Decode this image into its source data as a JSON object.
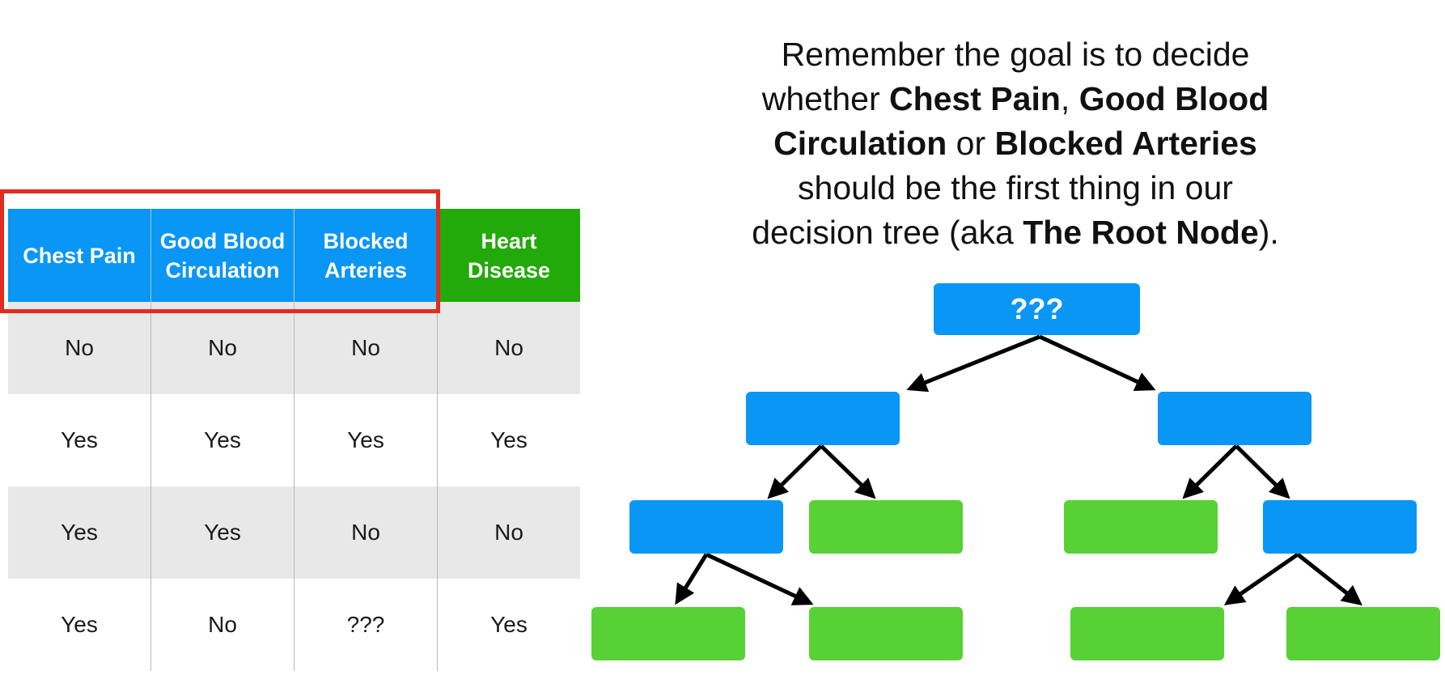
{
  "table": {
    "headers": [
      {
        "label": "Chest Pain",
        "kind": "feature"
      },
      {
        "label": "Good Blood Circulation",
        "kind": "feature"
      },
      {
        "label": "Blocked Arteries",
        "kind": "feature"
      },
      {
        "label": "Heart Disease",
        "kind": "target"
      }
    ],
    "rows": [
      [
        "No",
        "No",
        "No",
        "No"
      ],
      [
        "Yes",
        "Yes",
        "Yes",
        "Yes"
      ],
      [
        "Yes",
        "Yes",
        "No",
        "No"
      ],
      [
        "Yes",
        "No",
        "???",
        "Yes"
      ]
    ]
  },
  "caption": {
    "line1": "Remember the goal is to decide",
    "line2_pre": "whether ",
    "term_chest_pain": "Chest Pain",
    "sep_comma": ", ",
    "term_good_blood": "Good Blood",
    "term_circulation": "Circulation",
    "sep_or": " or ",
    "term_blocked_arteries": "Blocked Arteries",
    "line4": "should be the first thing in our",
    "line5_pre": "decision tree (aka ",
    "term_root_node": "The Root Node",
    "line5_post": ")."
  },
  "tree": {
    "root_label": "???"
  },
  "colors": {
    "feature_header": "#0a96f5",
    "target_header": "#22a90a",
    "highlight": "#e32b20",
    "decision_node": "#0a96f5",
    "leaf_node": "#57d135"
  }
}
